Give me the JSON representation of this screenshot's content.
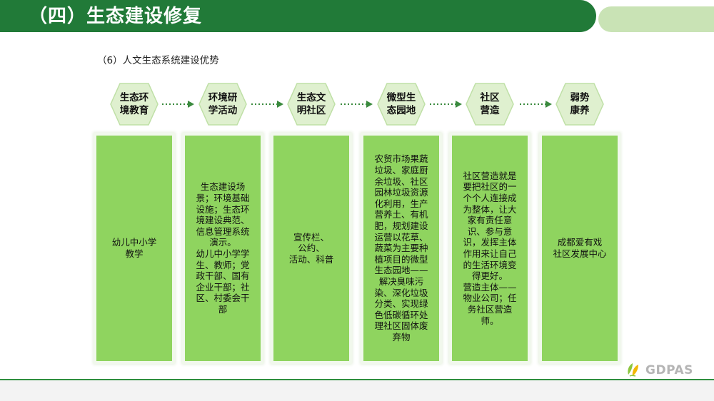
{
  "header": {
    "title": "（四）生态建设修复"
  },
  "subtitle": "（6）人文生态系统建设优势",
  "steps": [
    {
      "label": "生态环\n境教育"
    },
    {
      "label": "环境研\n学活动"
    },
    {
      "label": "生态文\n明社区"
    },
    {
      "label": "微型生\n态园地"
    },
    {
      "label": "社区\n营造"
    },
    {
      "label": "弱势\n康养"
    }
  ],
  "cards": [
    {
      "text": "幼儿中小学\n教学"
    },
    {
      "text": "生态建设场\n景；环境基础\n设施；生态环\n境建设典范、\n信息管理系统\n演示。\n幼儿中小学学\n生、教师；党\n政干部、国有\n企业干部；社\n区、村委会干\n部"
    },
    {
      "text": "宣传栏、\n公约、\n活动、科普"
    },
    {
      "text": "农贸市场果蔬\n垃圾、家庭厨\n余垃圾、社区\n园林垃圾资源\n化利用，生产\n营养土、有机\n肥，规划建设\n运营以花草、\n蔬菜为主要种\n植项目的微型\n生态园地——\n解决臭味污\n染、深化垃圾\n分类、实现绿\n色低碳循环处\n理社区固体废\n弃物"
    },
    {
      "text": "社区营造就是\n要把社区的一\n个个人连接成\n为整体，让大\n家有责任意\n识、参与意\n识，发挥主体\n作用来让自己\n的生活环境变\n得更好。\n营造主体——\n物业公司；任\n务社区营造\n师。"
    },
    {
      "text": "成都爱有戏\n社区发展中心"
    }
  ],
  "logo": {
    "text": "GDPAS"
  },
  "colors": {
    "primary_green": "#217a38",
    "card_green": "#8fd45f",
    "accent_light": "#c9e3b5"
  }
}
